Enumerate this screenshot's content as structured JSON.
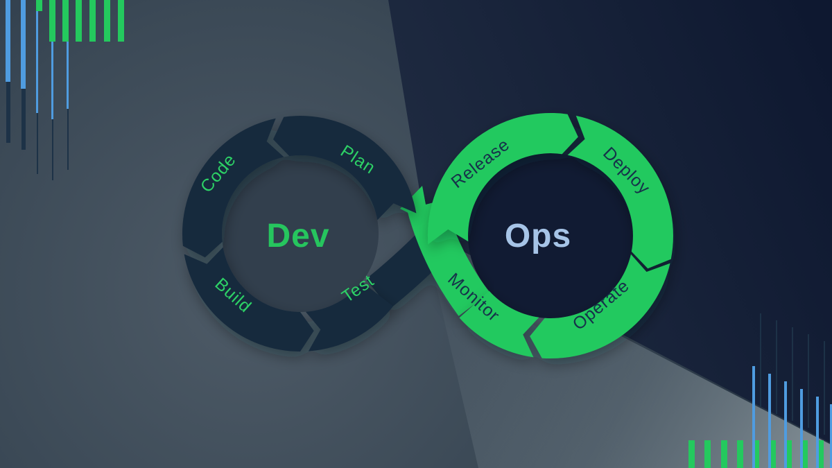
{
  "diagram": {
    "dev_loop": {
      "center_label": "Dev",
      "stages": {
        "plan": "Plan",
        "code": "Code",
        "build": "Build",
        "test": "Test"
      }
    },
    "ops_loop": {
      "center_label": "Ops",
      "stages": {
        "release": "Release",
        "deploy": "Deploy",
        "operate": "Operate",
        "monitor": "Monitor"
      }
    }
  },
  "colors": {
    "ring_green": "#24c95e",
    "ring_navy": "#16293d",
    "bg_navy": "#1e2a40",
    "bg_navy_dark": "#0f1830",
    "bg_slate": "#46545f",
    "bg_slate_dark": "#273543",
    "wedge_light": "#8a969c",
    "dev_interior": "#323f4d",
    "ops_interior": "#111b33",
    "dev_text": "#26c55e",
    "ops_text": "#a6c4e7",
    "stage_on_dark": "#2dd166",
    "stage_on_green": "#16314a",
    "bar_blue": "#4f9ce0",
    "bar_green": "#24c95e",
    "bar_dark": "#1d3247"
  }
}
